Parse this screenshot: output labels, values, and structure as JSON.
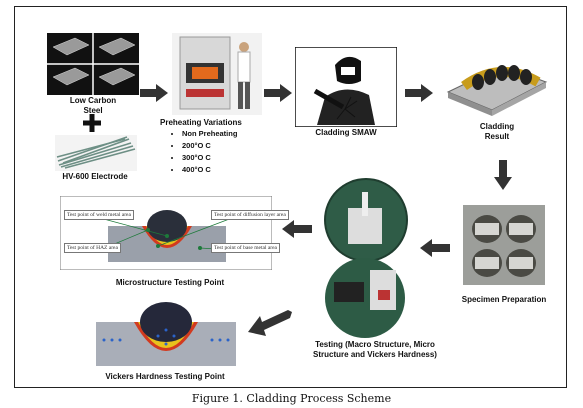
{
  "steel": {
    "label_line1": "Low Carbon",
    "label_line2": "Steel"
  },
  "electrode": {
    "label": "HV-600 Electrode"
  },
  "preheat": {
    "title": "Preheating Variations",
    "items": [
      "Non Preheating",
      "200°O C",
      "300°O C",
      "400°O C"
    ]
  },
  "cladding_smaw": {
    "label": "Cladding SMAW"
  },
  "cladding_result": {
    "label_line1": "Cladding",
    "label_line2": "Result"
  },
  "specimen": {
    "label": "Specimen Preparation"
  },
  "testing": {
    "label_line1": "Testing (Macro Structure, Micro",
    "label_line2": "Structure and Vickers Hardness)"
  },
  "micro": {
    "label": "Microstructure Testing Point",
    "callouts": {
      "weld": "Test point of weld metal area",
      "diffusion": "Test point of diffusion layer area",
      "haz": "Test point of HAZ area",
      "base": "Test point of base metal area"
    }
  },
  "vickers": {
    "label": "Vickers Hardness Testing Point"
  },
  "caption": "Figure 1. Cladding Process Scheme"
}
